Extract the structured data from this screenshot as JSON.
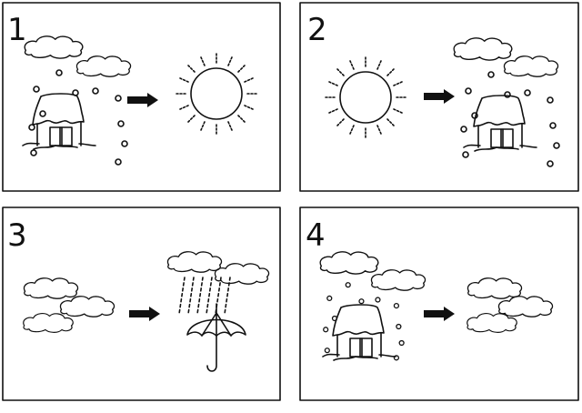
{
  "panels": [
    {
      "number": "1",
      "from": "snow",
      "to": "sun"
    },
    {
      "number": "2",
      "from": "sun",
      "to": "snow"
    },
    {
      "number": "3",
      "from": "clouds",
      "to": "rain"
    },
    {
      "number": "4",
      "from": "snow",
      "to": "clouds"
    }
  ],
  "colors": {
    "ink": "#111111",
    "paper": "#ffffff"
  }
}
